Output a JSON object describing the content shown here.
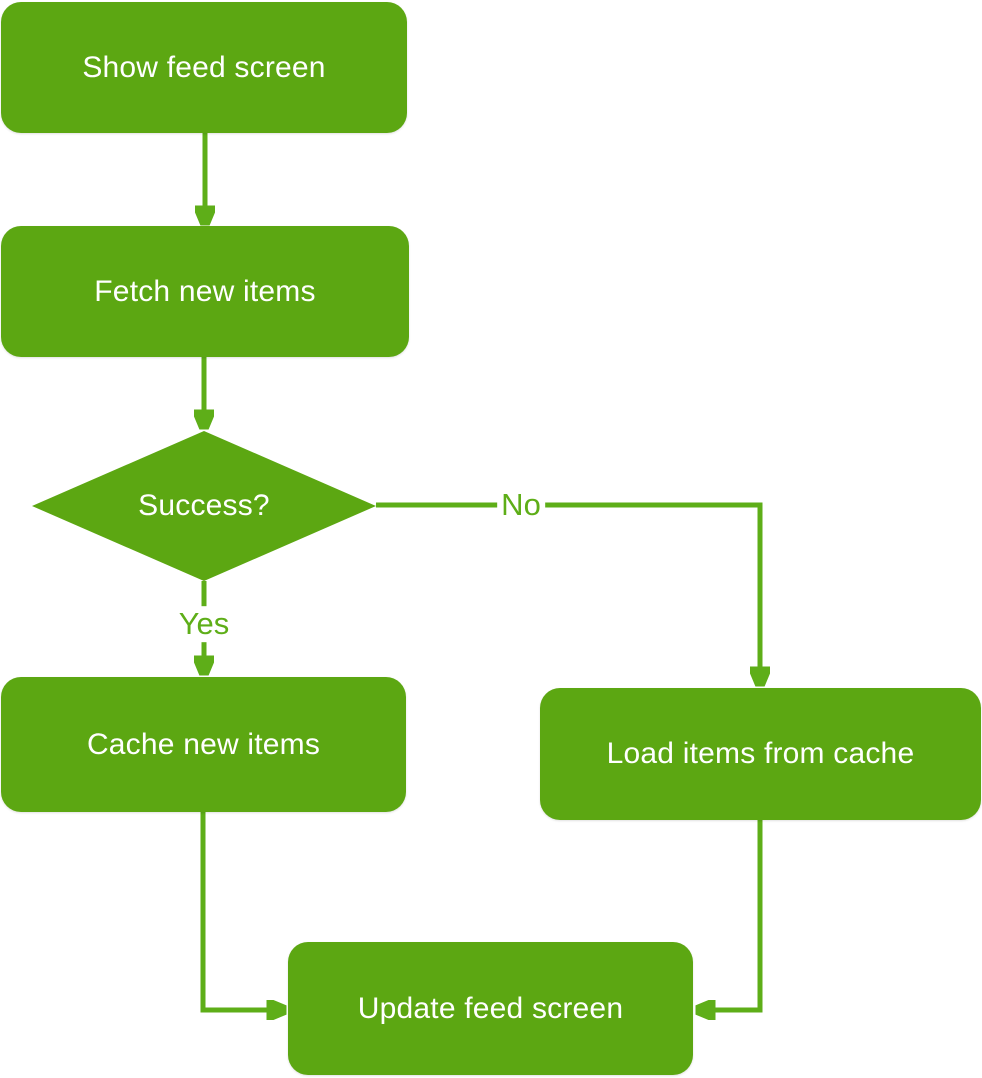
{
  "diagram": {
    "type": "flowchart",
    "orientation": "top-down"
  },
  "colors": {
    "node_fill": "#5ca712",
    "node_text": "#ffffff",
    "connector": "#5eae18",
    "edge_label_text": "#5eae18",
    "canvas_bg": "#ffffff"
  },
  "nodes": [
    {
      "id": "show-feed-screen",
      "shape": "rounded-rectangle",
      "label": "Show feed screen"
    },
    {
      "id": "fetch-new-items",
      "shape": "rounded-rectangle",
      "label": "Fetch new items"
    },
    {
      "id": "success-decision",
      "shape": "diamond",
      "label": "Success?"
    },
    {
      "id": "cache-new-items",
      "shape": "rounded-rectangle",
      "label": "Cache new items"
    },
    {
      "id": "load-items-from-cache",
      "shape": "rounded-rectangle",
      "label": "Load items from cache"
    },
    {
      "id": "update-feed-screen",
      "shape": "rounded-rectangle",
      "label": "Update feed screen"
    }
  ],
  "edges": [
    {
      "from": "show-feed-screen",
      "to": "fetch-new-items",
      "label": ""
    },
    {
      "from": "fetch-new-items",
      "to": "success-decision",
      "label": ""
    },
    {
      "from": "success-decision",
      "to": "cache-new-items",
      "label": "Yes"
    },
    {
      "from": "success-decision",
      "to": "load-items-from-cache",
      "label": "No"
    },
    {
      "from": "cache-new-items",
      "to": "update-feed-screen",
      "label": ""
    },
    {
      "from": "load-items-from-cache",
      "to": "update-feed-screen",
      "label": ""
    }
  ]
}
